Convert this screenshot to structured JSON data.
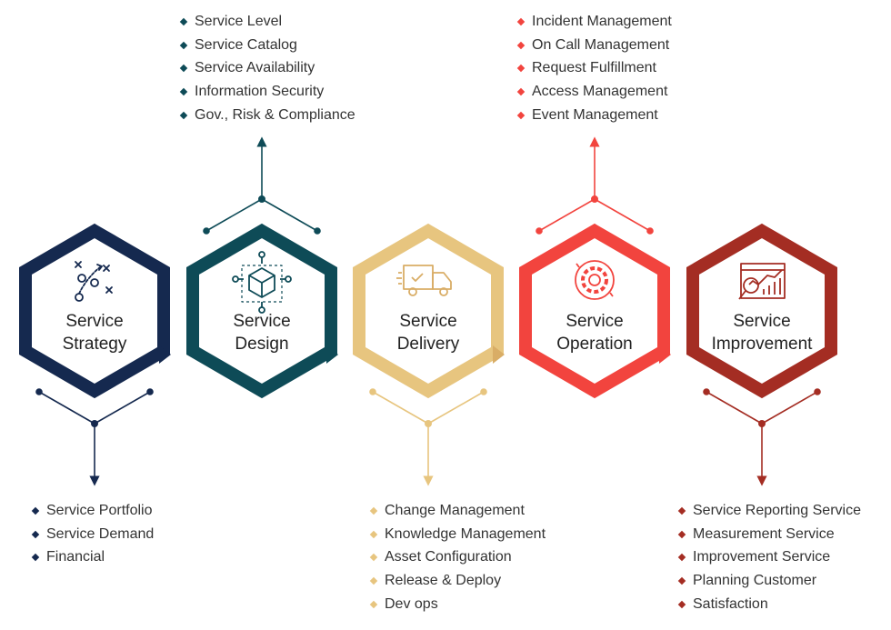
{
  "colors": {
    "strategy": "#15294f",
    "design": "#0e4b57",
    "delivery": "#e7c57f",
    "operation": "#f2443e",
    "improvement": "#a42d23"
  },
  "stages": [
    {
      "id": "strategy",
      "title_line1": "Service",
      "title_line2": "Strategy",
      "icon": "strategy-play-icon",
      "list": [
        "Service Portfolio",
        "Service Demand",
        "Financial"
      ]
    },
    {
      "id": "design",
      "title_line1": "Service",
      "title_line2": "Design",
      "icon": "cube-design-icon",
      "list": [
        "Service Level",
        "Service Catalog",
        "Service Availability",
        "Information Security",
        "Gov., Risk & Compliance"
      ]
    },
    {
      "id": "delivery",
      "title_line1": "Service",
      "title_line2": "Delivery",
      "icon": "delivery-truck-icon",
      "list": [
        "Change Management",
        "Knowledge Management",
        "Asset Configuration",
        "Release & Deploy",
        "Dev ops"
      ]
    },
    {
      "id": "operation",
      "title_line1": "Service",
      "title_line2": "Operation",
      "icon": "gear-icon",
      "list": [
        "Incident Management",
        "On Call Management",
        "Request Fulfillment",
        "Access Management",
        "Event Management"
      ]
    },
    {
      "id": "improvement",
      "title_line1": "Service",
      "title_line2": "Improvement",
      "icon": "analytics-chart-icon",
      "list": [
        "Service Reporting Service",
        "Measurement Service",
        "Improvement Service",
        "Planning Customer",
        "Satisfaction"
      ]
    }
  ]
}
